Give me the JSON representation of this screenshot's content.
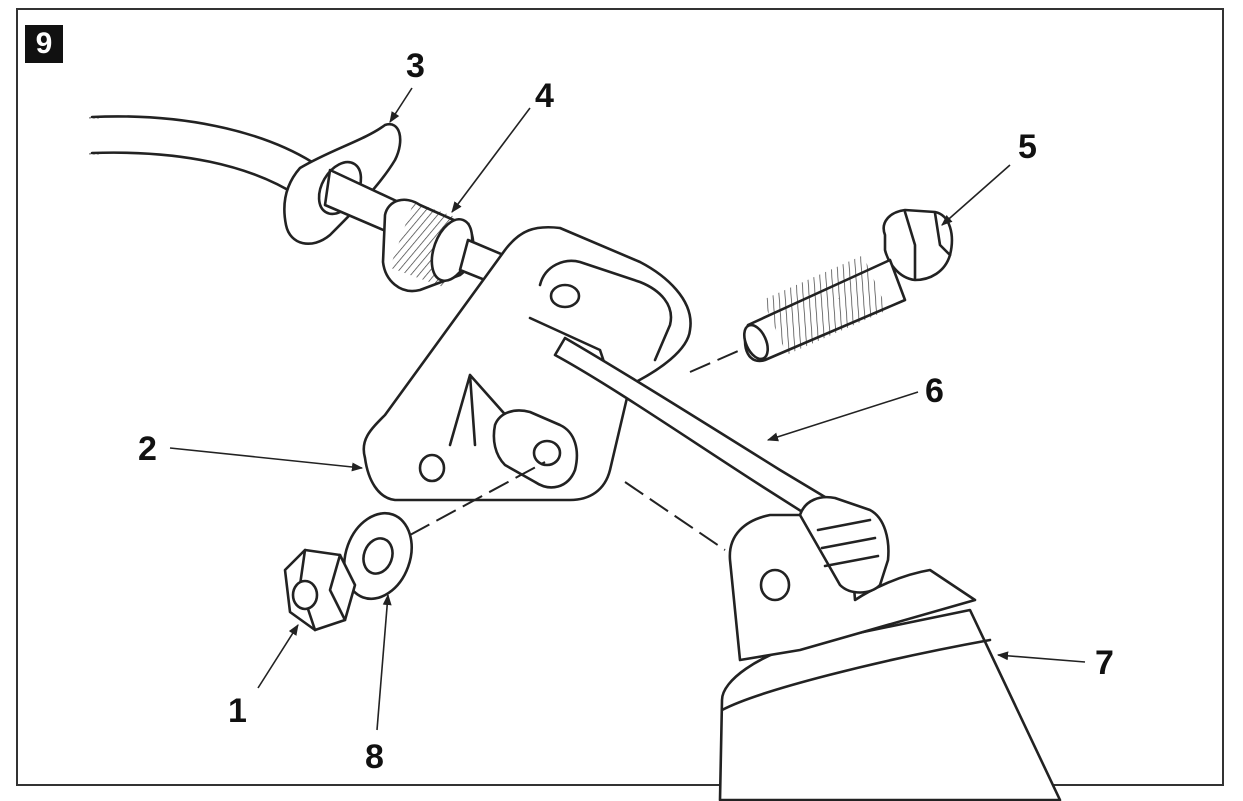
{
  "figure": {
    "number": "9"
  },
  "callouts": [
    {
      "id": "1",
      "label": "1"
    },
    {
      "id": "2",
      "label": "2"
    },
    {
      "id": "3",
      "label": "3"
    },
    {
      "id": "4",
      "label": "4"
    },
    {
      "id": "5",
      "label": "5"
    },
    {
      "id": "6",
      "label": "6"
    },
    {
      "id": "7",
      "label": "7"
    },
    {
      "id": "8",
      "label": "8"
    }
  ]
}
